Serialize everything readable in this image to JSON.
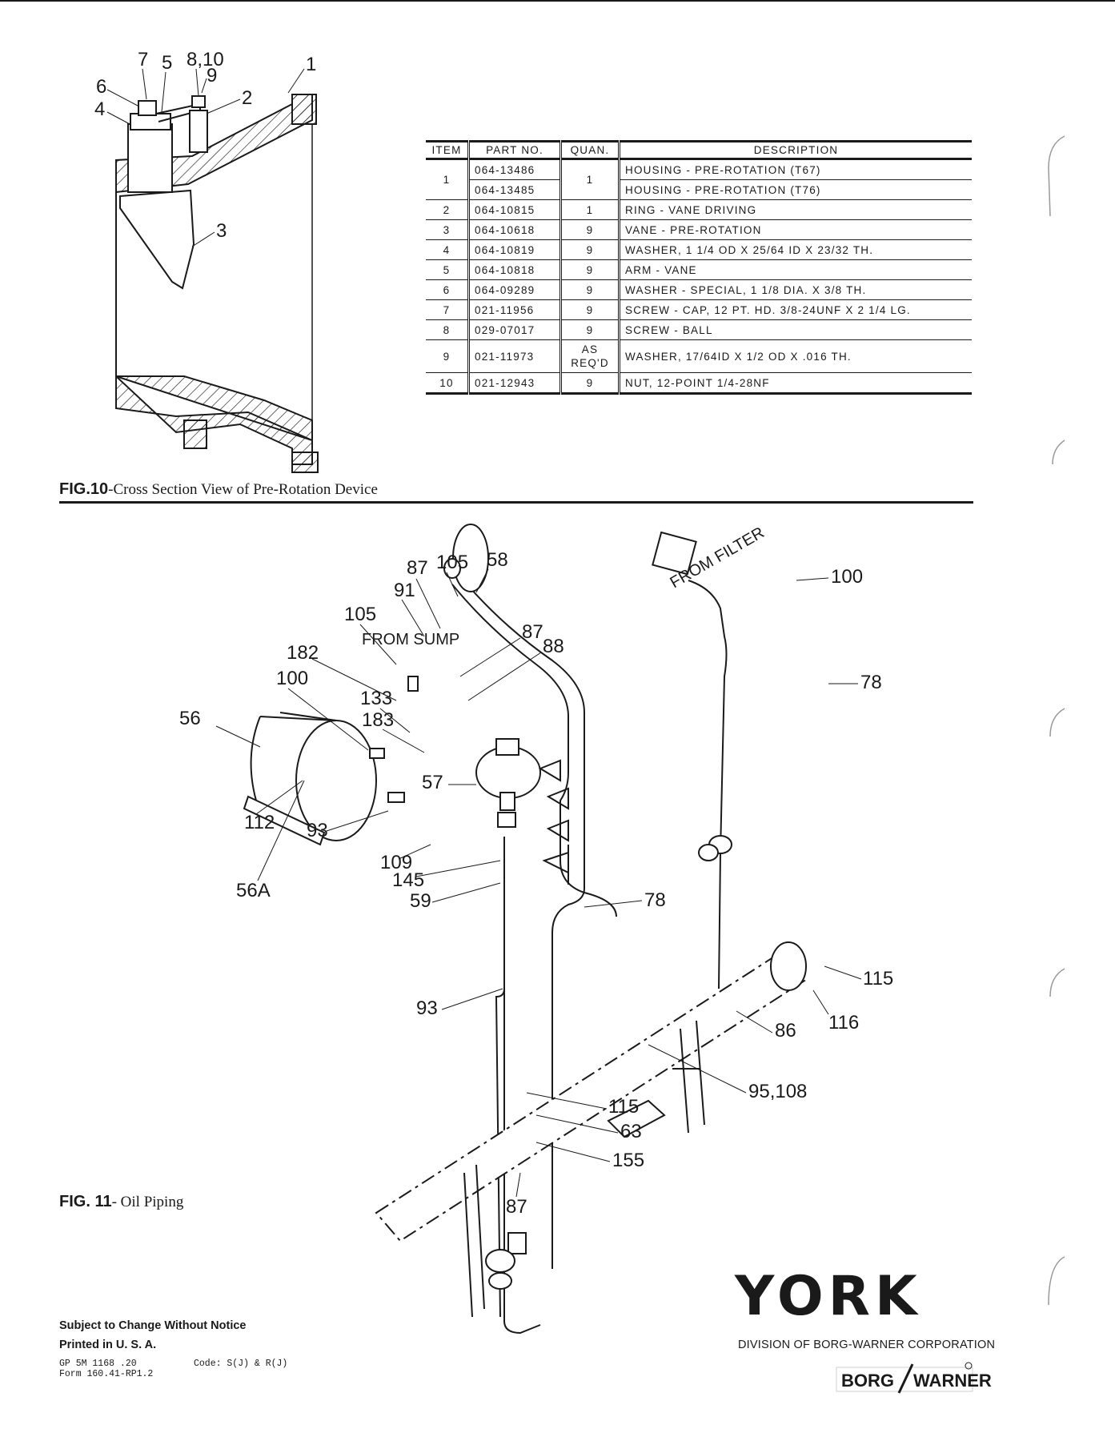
{
  "table": {
    "headers": [
      "ITEM",
      "PART NO.",
      "QUAN.",
      "DESCRIPTION"
    ],
    "rows": [
      {
        "item": "1",
        "part_nos": [
          "064-13486",
          "064-13485"
        ],
        "quan": "1",
        "descs": [
          "HOUSING - PRE-ROTATION (T67)",
          "HOUSING - PRE-ROTATION (T76)"
        ]
      },
      {
        "item": "2",
        "part_nos": [
          "064-10815"
        ],
        "quan": "1",
        "descs": [
          "RING - VANE DRIVING"
        ]
      },
      {
        "item": "3",
        "part_nos": [
          "064-10618"
        ],
        "quan": "9",
        "descs": [
          "VANE - PRE-ROTATION"
        ]
      },
      {
        "item": "4",
        "part_nos": [
          "064-10819"
        ],
        "quan": "9",
        "descs": [
          "WASHER, 1 1/4 OD X 25/64 ID X 23/32 TH."
        ]
      },
      {
        "item": "5",
        "part_nos": [
          "064-10818"
        ],
        "quan": "9",
        "descs": [
          "ARM - VANE"
        ]
      },
      {
        "item": "6",
        "part_nos": [
          "064-09289"
        ],
        "quan": "9",
        "descs": [
          "WASHER - SPECIAL, 1 1/8 DIA. X 3/8 TH."
        ]
      },
      {
        "item": "7",
        "part_nos": [
          "021-11956"
        ],
        "quan": "9",
        "descs": [
          "SCREW - CAP, 12 PT. HD. 3/8-24UNF X 2 1/4 LG."
        ]
      },
      {
        "item": "8",
        "part_nos": [
          "029-07017"
        ],
        "quan": "9",
        "descs": [
          "SCREW - BALL"
        ]
      },
      {
        "item": "9",
        "part_nos": [
          "021-11973"
        ],
        "quan": "AS REQ'D",
        "descs": [
          "WASHER, 17/64ID X 1/2 OD X .016 TH."
        ]
      },
      {
        "item": "10",
        "part_nos": [
          "021-12943"
        ],
        "quan": "9",
        "descs": [
          "NUT, 12-POINT 1/4-28NF"
        ]
      }
    ]
  },
  "fig10": {
    "label": "FIG.10",
    "caption": "-Cross Section View of Pre-Rotation Device",
    "callouts": [
      "7",
      "5",
      "8,10",
      "6",
      "9",
      "4",
      "2",
      "1",
      "3"
    ]
  },
  "fig11": {
    "label": "FIG. 11",
    "caption": "- Oil Piping",
    "callouts": [
      "87",
      "105",
      "58",
      "91",
      "105",
      "FROM SUMP",
      "182",
      "87",
      "88",
      "100",
      "133",
      "183",
      "56",
      "57",
      "112",
      "93",
      "109",
      "145",
      "56A",
      "59",
      "78",
      "93",
      "87",
      "115",
      "63",
      "155",
      "95,108",
      "86",
      "116",
      "115",
      "78",
      "100",
      "FROM FILTER"
    ]
  },
  "footer": {
    "notice": "Subject to Change Without Notice",
    "printed": "Printed in U. S. A.",
    "gp": "GP 5M 1168 .20",
    "code": "Code: S(J) & R(J)",
    "form": "Form 160.41-RP1.2"
  },
  "brand": {
    "york": "YORK",
    "division": "DIVISION OF BORG-WARNER CORPORATION",
    "borg": "BORG",
    "warner": "WARNER"
  }
}
